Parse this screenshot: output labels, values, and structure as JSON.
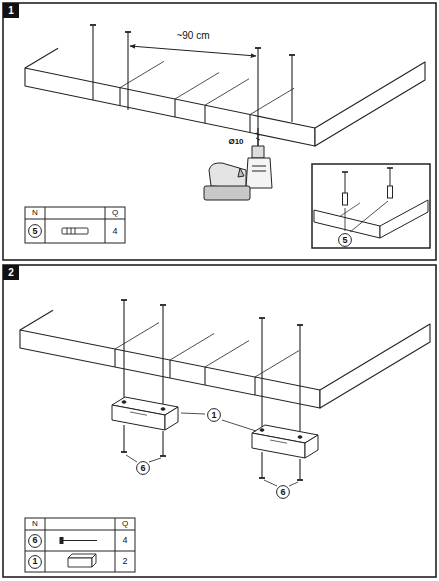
{
  "diagram": {
    "nodes": [
      {
        "text": [
          "1"
        ]
      },
      {
        "text": [
          "5"
        ]
      },
      {
        "text": [
          "5"
        ]
      },
      {
        "text": [
          "2"
        ]
      },
      {
        "text": [
          "1"
        ]
      },
      {
        "text": [
          "6"
        ]
      },
      {
        "text": [
          "6"
        ]
      },
      {
        "text": [
          "6"
        ]
      },
      {
        "text": [
          "1"
        ]
      }
    ],
    "labels": [
      "~90 cm",
      "Ø10",
      "N",
      "Q",
      "4",
      "N",
      "Q",
      "4",
      "2"
    ]
  }
}
